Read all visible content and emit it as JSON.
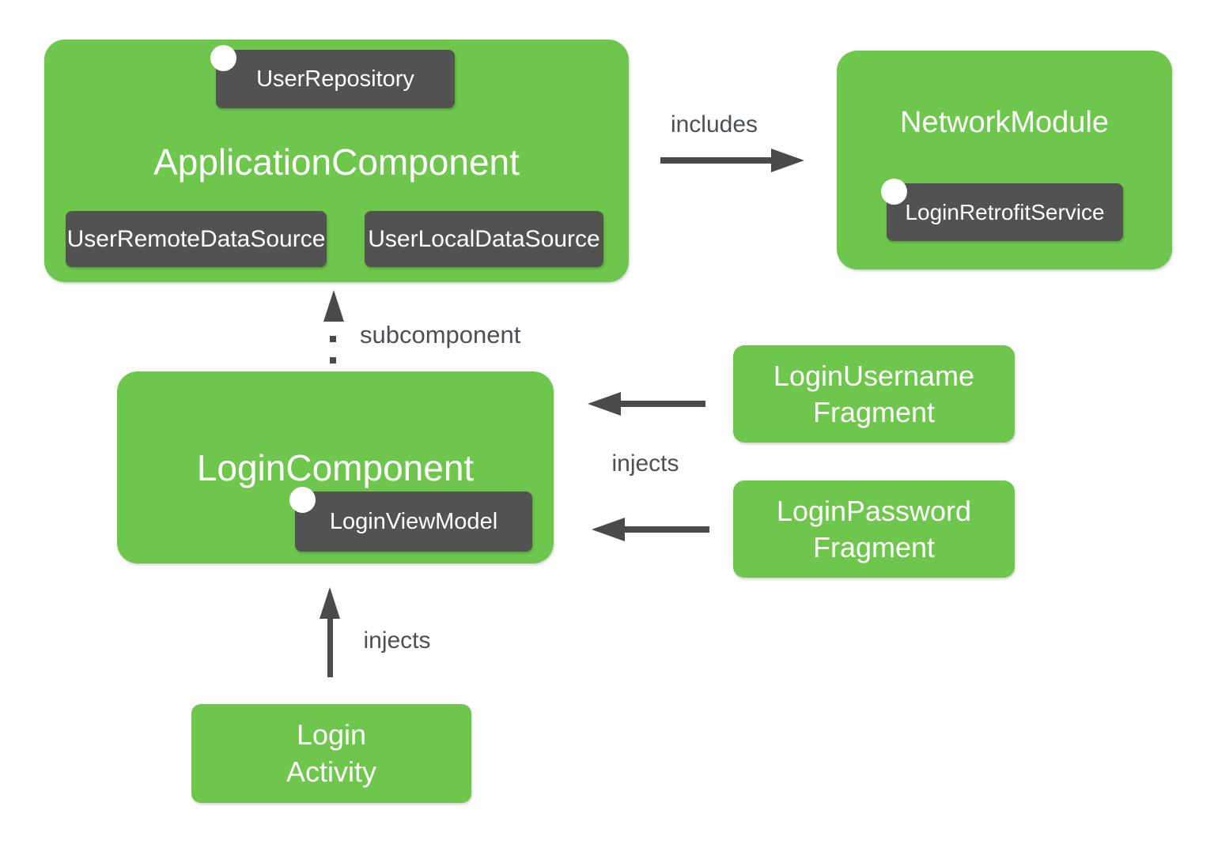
{
  "colors": {
    "green": "#6EC74C",
    "chip-gray": "#525252",
    "arrow-gray": "#4A4A4A",
    "label-gray": "#4B5056",
    "box-text": "#FFFFFF",
    "background": "#FFFFFF"
  },
  "application_component": {
    "title": "ApplicationComponent",
    "scope_chip": {
      "label": "UserRepository"
    },
    "chips": [
      {
        "label": "UserRemoteDataSource"
      },
      {
        "label": "UserLocalDataSource"
      }
    ]
  },
  "network_module": {
    "title": "NetworkModule",
    "scope_chip": {
      "label": "LoginRetrofitService"
    }
  },
  "login_component": {
    "title": "LoginComponent",
    "scope_chip": {
      "label": "LoginViewModel"
    }
  },
  "fragments": [
    {
      "line1": "LoginUsername",
      "line2": "Fragment"
    },
    {
      "line1": "LoginPassword",
      "line2": "Fragment"
    }
  ],
  "login_activity": {
    "line1": "Login",
    "line2": "Activity"
  },
  "edges": {
    "includes": {
      "label": "includes"
    },
    "subcomponent": {
      "label": "subcomponent"
    },
    "injects_fragments": {
      "label": "injects"
    },
    "injects_activity": {
      "label": "injects"
    }
  }
}
